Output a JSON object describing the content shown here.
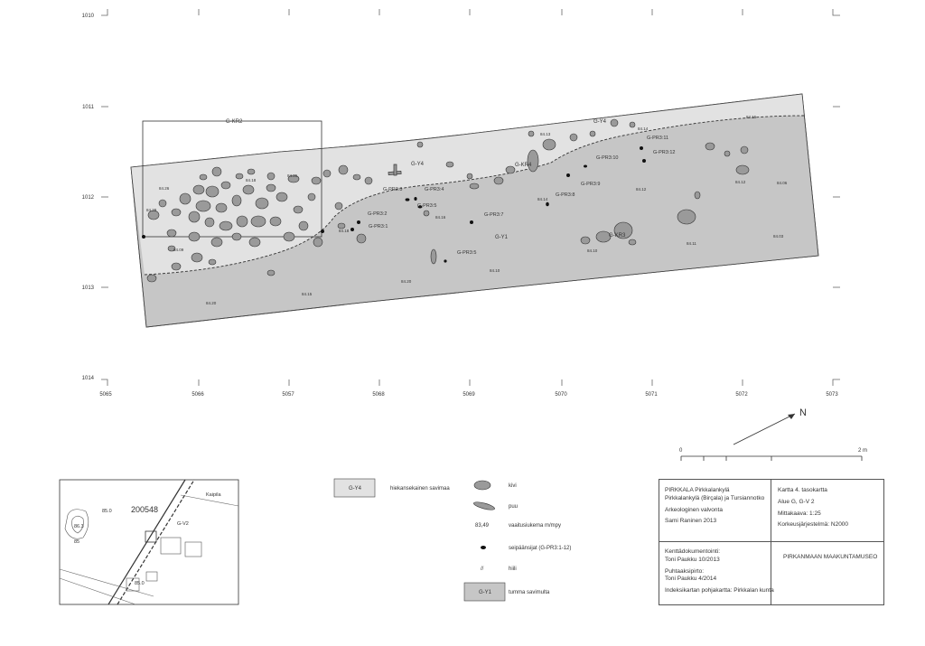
{
  "grid": {
    "top_y_labels": [
      "1010",
      "1011",
      "1012",
      "1013",
      "1014"
    ],
    "x_labels": [
      "5065",
      "5066",
      "5057",
      "5068",
      "5069",
      "5070",
      "5071",
      "5072",
      "5073"
    ]
  },
  "areas": {
    "trench_label": "G-KR2",
    "units": [
      "G-Y4",
      "G-Y4",
      "G-Y1",
      "G-KR4",
      "G-KR3"
    ]
  },
  "postholes": [
    "G-PR3:1",
    "G-PR3:2",
    "G-PR3:3",
    "G-PR3:4",
    "G-PR3:5",
    "G-PR3:5",
    "G-PR3:7",
    "G-PR3:8",
    "G-PR3:9",
    "G-PR3:10",
    "G-PR3:11",
    "G-PR3:12"
  ],
  "levels": [
    "84.26",
    "84.28",
    "84.18",
    "84.09",
    "84.25",
    "84.20",
    "84.15",
    "84.13",
    "84.16",
    "84.10",
    "84.14",
    "84.12",
    "84.15",
    "84.06",
    "84.11",
    "84.03",
    "84.10",
    "84.20",
    "84.18",
    "84.14",
    "84.12"
  ],
  "north": "N",
  "scale": {
    "start": "0",
    "end": "2 m"
  },
  "index_map": {
    "labels": [
      "Kaipila",
      "G-V2",
      "200548",
      "86.3",
      "85.0",
      "85",
      "85.0"
    ]
  },
  "legend": [
    {
      "label": "hiekansekainen savimaa",
      "swatch_text": "G-Y4"
    },
    {
      "label": "kivi"
    },
    {
      "label": "puu"
    },
    {
      "label": "vaaitusiukema m/mpy",
      "sample": "83,49"
    },
    {
      "label": "seipäänsijat (G-PR3:1-12)"
    },
    {
      "label": "hiili",
      "sample": "//"
    },
    {
      "label": "tumma savimulta",
      "swatch_text": "G-Y1"
    }
  ],
  "info": {
    "site_line1": "PIRKKALA Pirkkalankylä",
    "site_line2": "Pirkkalankylä (Birçala) ja Tursiannotko",
    "activity": "Arkeologinen valvonta",
    "author": "Sami Raninen 2013",
    "map_no": "Kartta 4. tasokartta",
    "area": "Alue G, G-V 2",
    "scale": "Mittakaava: 1:25",
    "height_system": "Korkeusjärjestelmä: N2000",
    "field_doc_label": "Kenttädokumentointi:",
    "field_doc": "Toni Paukku  10/2013",
    "clean_label": "Puhtaaksipirto:",
    "clean": "Toni Paukku 4/2014",
    "basemap": "Indeksikartan pohjakartta: Pirkkalan kunta",
    "museum": "PIRKANMAAN MAAKUNTAMUSEO"
  }
}
